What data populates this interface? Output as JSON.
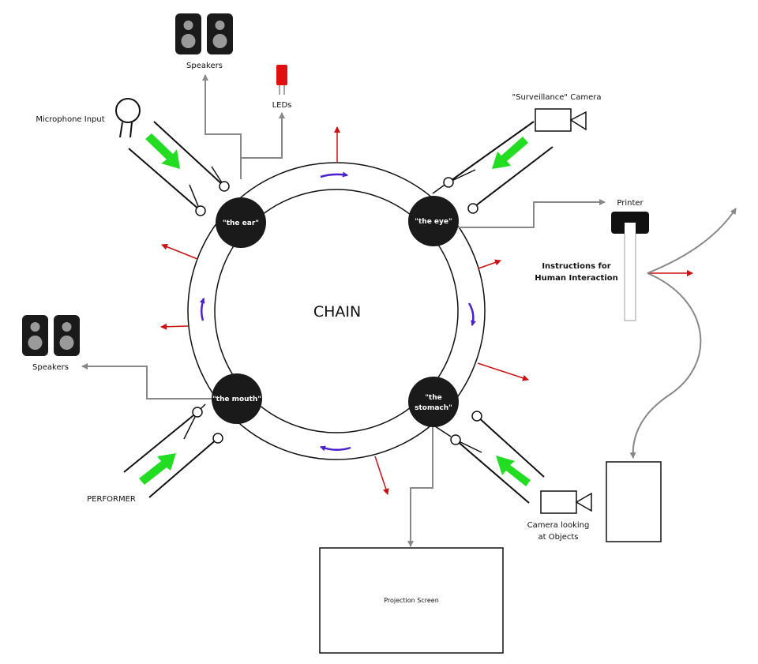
{
  "title": "CHAIN",
  "nodes": {
    "ear": "\"the ear\"",
    "eye": "\"the eye\"",
    "mouth": "\"the mouth\"",
    "stomach_line1": "\"the",
    "stomach_line2": "stomach\""
  },
  "labels": {
    "speakers_top": "Speakers",
    "leds": "LEDs",
    "microphone": "Microphone Input",
    "surveillance_camera": "\"Surveillance\" Camera",
    "printer": "Printer",
    "instructions_line1": "Instructions for",
    "instructions_line2": "Human Interaction",
    "speakers_left": "Speakers",
    "performer": "PERFORMER",
    "camera_objects_line1": "Camera looking",
    "camera_objects_line2": "at Objects",
    "projection_screen": "Projection Screen"
  },
  "colors": {
    "ring": "#111111",
    "node": "#1a1a1a",
    "connector": "#888888",
    "input_arrow": "#22dd22",
    "flow_arrow": "#4a1fd0",
    "output_arrow": "#cc1111",
    "led": "#e01010"
  }
}
